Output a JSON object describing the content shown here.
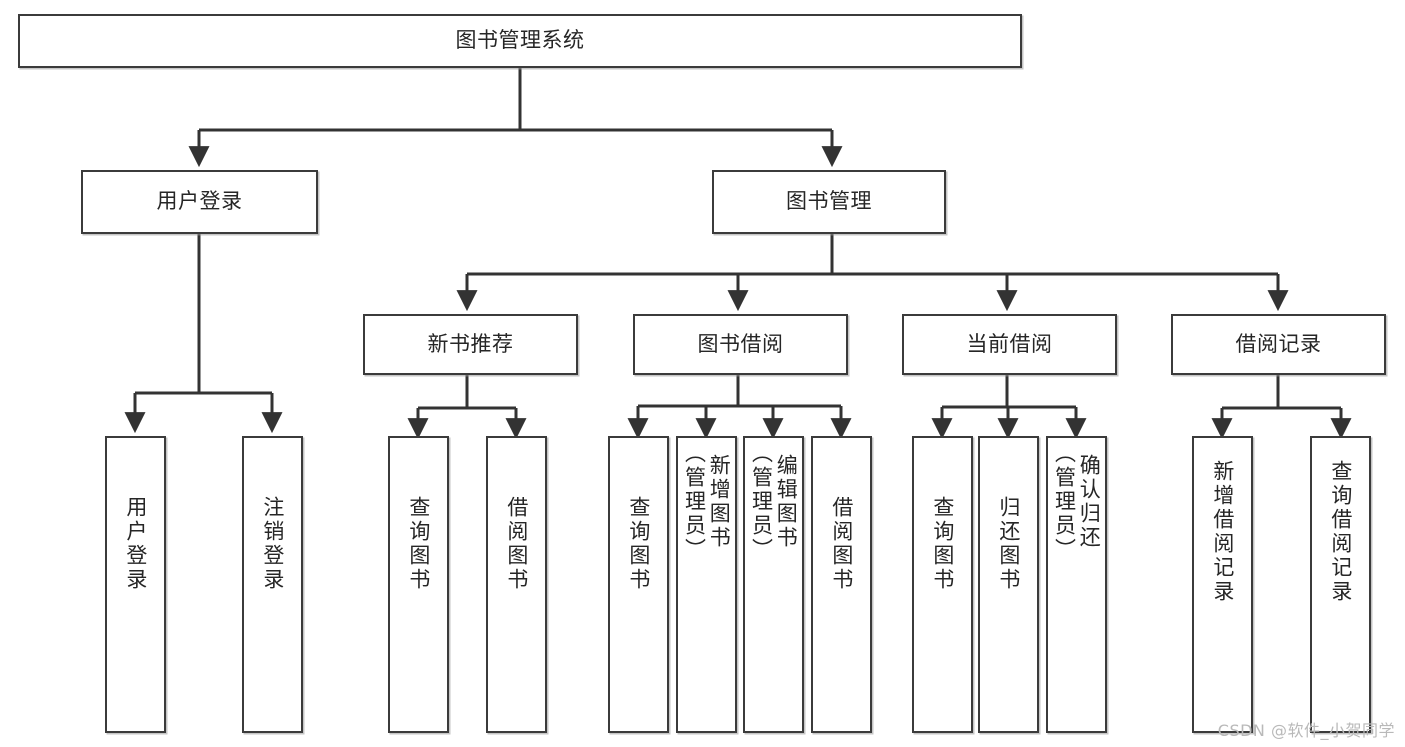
{
  "diagram": {
    "title": "图书管理系统",
    "type": "tree",
    "orientation": "top-down",
    "style": {
      "box_border_color": "#3b3b3b",
      "box_fill_color": "#ffffff",
      "connector_color": "#333333",
      "text_color": "#262626",
      "background": "#ffffff"
    },
    "root": {
      "label": "图书管理系统"
    },
    "level2": [
      {
        "label": "用户登录"
      },
      {
        "label": "图书管理"
      }
    ],
    "level3": [
      {
        "label": "新书推荐"
      },
      {
        "label": "图书借阅"
      },
      {
        "label": "当前借阅"
      },
      {
        "label": "借阅记录"
      }
    ],
    "leaves": {
      "user_login": [
        {
          "label": "用户登录"
        },
        {
          "label": "注销登录"
        }
      ],
      "new_book_recommend": [
        {
          "label": "查询图书"
        },
        {
          "label": "借阅图书"
        }
      ],
      "book_borrow": [
        {
          "label": "查询图书"
        },
        {
          "label": "新增图书\n（管理员）"
        },
        {
          "label": "编辑图书\n（管理员）"
        },
        {
          "label": "借阅图书"
        }
      ],
      "current_borrow": [
        {
          "label": "查询图书"
        },
        {
          "label": "归还图书"
        },
        {
          "label": "确认归还\n（管理员）"
        }
      ],
      "borrow_record": [
        {
          "label": "新增借阅记录"
        },
        {
          "label": "查询借阅记录"
        }
      ]
    }
  },
  "watermark": {
    "text": "CSDN @软件_小贺同学"
  }
}
